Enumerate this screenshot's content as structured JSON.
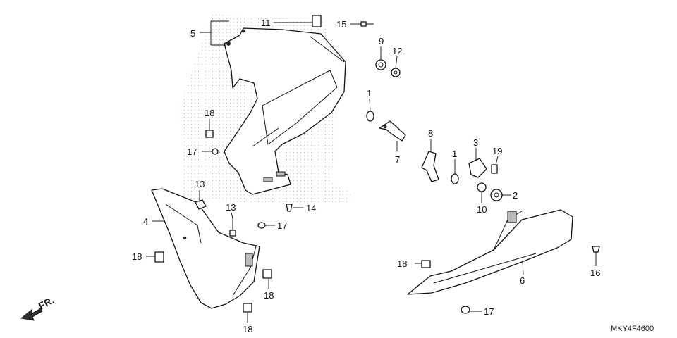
{
  "diagram": {
    "code": "MKY4F4600",
    "front_marker": "FR.",
    "labels": {
      "p1a": "1",
      "p1b": "1",
      "p2": "2",
      "p3": "3",
      "p4": "4",
      "p5": "5",
      "p6": "6",
      "p7": "7",
      "p8": "8",
      "p9": "9",
      "p10": "10",
      "p11": "11",
      "p12": "12",
      "p13a": "13",
      "p13b": "13",
      "p14": "14",
      "p15": "15",
      "p16": "16",
      "p17a": "17",
      "p17b": "17",
      "p17c": "17",
      "p18a": "18",
      "p18b": "18",
      "p18c": "18",
      "p18d": "18",
      "p18e": "18",
      "p19": "19"
    }
  }
}
